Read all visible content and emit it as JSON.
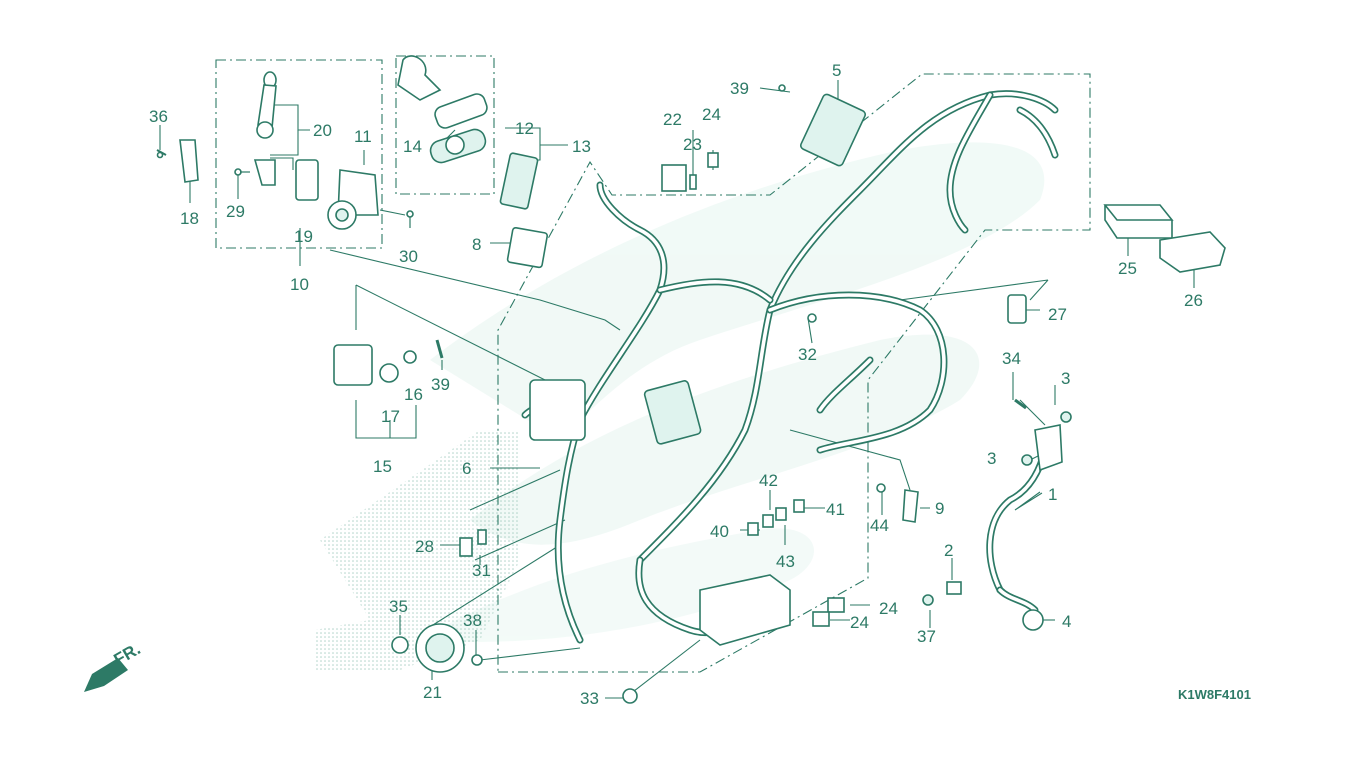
{
  "diagram": {
    "drawing_code": "K1W8F4101",
    "front_marker": "FR.",
    "accent_color": "#2d7a66",
    "watermark_color": "#e6f5f0",
    "callouts": {
      "p1": "1",
      "p2": "2",
      "p3a": "3",
      "p3b": "3",
      "p4": "4",
      "p5": "5",
      "p6": "6",
      "p8": "8",
      "p9": "9",
      "p10": "10",
      "p11": "11",
      "p12": "12",
      "p13": "13",
      "p14": "14",
      "p15": "15",
      "p16": "16",
      "p17": "17",
      "p18": "18",
      "p19": "19",
      "p20": "20",
      "p21": "21",
      "p22": "22",
      "p23": "23",
      "p24a": "24",
      "p24b": "24",
      "p24c": "24",
      "p25": "25",
      "p26": "26",
      "p27": "27",
      "p28": "28",
      "p29": "29",
      "p30": "30",
      "p31": "31",
      "p32": "32",
      "p33": "33",
      "p34": "34",
      "p35": "35",
      "p36": "36",
      "p37": "37",
      "p38": "38",
      "p39a": "39",
      "p39b": "39",
      "p40": "40",
      "p41": "41",
      "p42": "42",
      "p43": "43",
      "p44": "44"
    }
  }
}
